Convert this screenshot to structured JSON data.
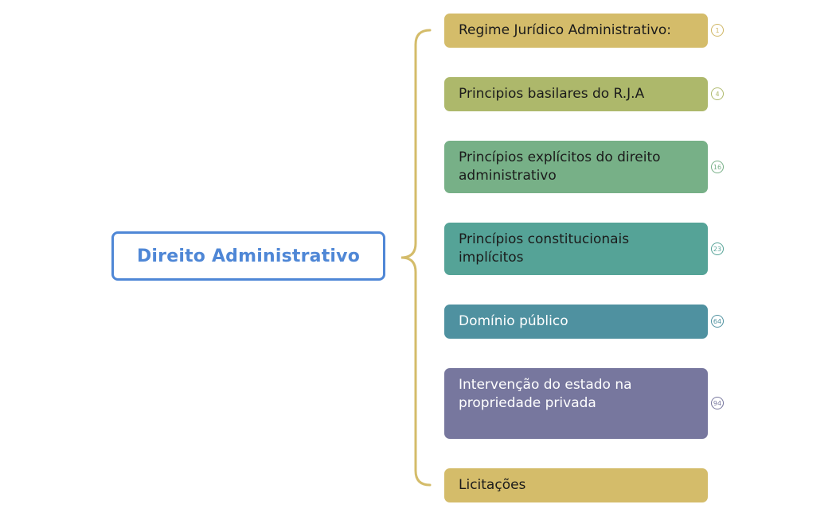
{
  "root": {
    "label": "Direito Administrativo",
    "border_color": "#4f87d6"
  },
  "connector": {
    "color": "#d4bc6a"
  },
  "topics": [
    {
      "label": "Regime Jurídico Administrativo:",
      "badge": "1",
      "color": "#d4bc6a",
      "text_color": "#1b1b1b",
      "badge_color": "#cfb663"
    },
    {
      "label": "Principios basilares do R.J.A",
      "badge": "4",
      "color": "#adb86b",
      "text_color": "#1b1b1b",
      "badge_color": "#aeb96c"
    },
    {
      "label": "Princípios explícitos do direito administrativo",
      "badge": "16",
      "color": "#77b087",
      "text_color": "#1b1b1b",
      "badge_color": "#77b087"
    },
    {
      "label": "Princípios constitucionais implícitos",
      "badge": "23",
      "color": "#55a397",
      "text_color": "#1b1b1b",
      "badge_color": "#55a397"
    },
    {
      "label": "Domínio público",
      "badge": "64",
      "color": "#4f91a0",
      "text_color": "#ffffff",
      "badge_color": "#4f91a0"
    },
    {
      "label": "Intervenção do estado na propriedade privada",
      "badge": "94",
      "color": "#77779e",
      "text_color": "#ffffff",
      "badge_color": "#77779e"
    },
    {
      "label": "Licitações",
      "badge": "",
      "color": "#d4bc6a",
      "text_color": "#1b1b1b",
      "badge_color": ""
    }
  ]
}
